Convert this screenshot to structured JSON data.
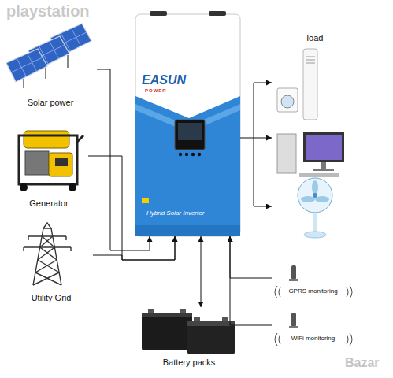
{
  "diagram": {
    "nodes": [
      {
        "text": [
          "Solar power"
        ]
      },
      {
        "text": [
          "Generator"
        ]
      },
      {
        "text": [
          "Utility Grid"
        ]
      },
      {
        "text": [
          "EASUN",
          "POWER",
          "Hybrid Solar Inverter"
        ]
      },
      {
        "text": [
          "load"
        ]
      },
      {
        "text": [
          "Battery packs"
        ]
      },
      {
        "text": [
          "GPRS monitoring"
        ]
      },
      {
        "text": [
          "WiFi monitoring"
        ]
      }
    ],
    "edges": [
      {
        "from": 0,
        "to": 3,
        "arrow": "to"
      },
      {
        "from": 1,
        "to": 3,
        "arrow": "to"
      },
      {
        "from": 2,
        "to": 3,
        "arrow": "to"
      },
      {
        "from": 3,
        "to": 5,
        "arrow": "both"
      },
      {
        "from": 3,
        "to": 4,
        "arrow": "to"
      },
      {
        "from": 6,
        "to": 3,
        "arrow": "to"
      },
      {
        "from": 7,
        "to": 3,
        "arrow": "to"
      }
    ],
    "labels": [
      "playstation",
      "Bazar"
    ]
  }
}
